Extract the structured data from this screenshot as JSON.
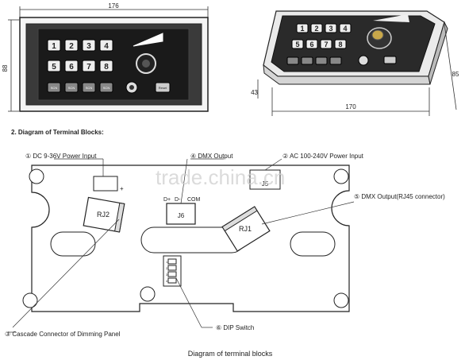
{
  "dimensions": {
    "front_width": "176",
    "front_height": "88",
    "iso_depth": "43",
    "iso_width": "170",
    "iso_height": "85"
  },
  "keypad": {
    "number_keys": [
      "1",
      "2",
      "3",
      "4",
      "5",
      "6",
      "7",
      "8"
    ],
    "function_keys": [
      "SCN",
      "SCN",
      "SCN",
      "SCN"
    ],
    "right_key": "Reset"
  },
  "section_title": "2. Diagram of Terminal Blocks:",
  "labels": {
    "dc_input": "① DC 9-36V  Power Input",
    "dmx_output": "④ DMX Output",
    "ac_input": "② AC 100-240V  Power Input",
    "rj45": "⑤ DMX Output(RJ45 connector)",
    "cascade": "③ Cascade Connector of Dimming Panel",
    "dip": "⑥ DIP Switch"
  },
  "connectors": {
    "rj2": "RJ2",
    "rj1": "RJ1",
    "j6": "J6",
    "j5": "J5",
    "dplus": "D+",
    "dminus": "D-",
    "com": "COM",
    "plus": "+"
  },
  "dip_pins": [
    "1",
    "2",
    "3",
    "4"
  ],
  "watermark": "trade.china.cn",
  "caption": "Diagram of terminal blocks"
}
